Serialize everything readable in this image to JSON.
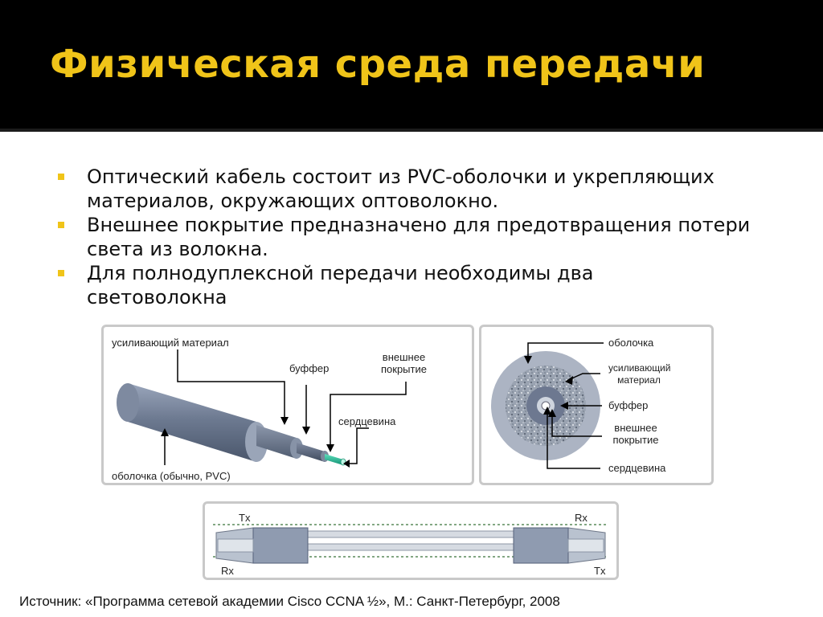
{
  "slide": {
    "title": "Физическая среда передачи",
    "bullets": [
      "Оптический кабель состоит из PVC-оболочки и укрепляющих материалов, окружающих оптоволокно.",
      "Внешнее покрытие предназначено для предотвращения потери света из волокна.",
      "Для полнодуплексной передачи необходимы два световолокна"
    ],
    "source": "Источник: «Программа сетевой академии Cisco CCNA ½», М.: Санкт-Петербург, 2008"
  },
  "cable_side": {
    "strength": "усиливающий материал",
    "buffer": "буффер",
    "coating_line1": "внешнее",
    "coating_line2": "покрытие",
    "core": "сердцевина",
    "jacket": "оболочка (обычно, PVC)"
  },
  "cable_cross": {
    "jacket": "оболочка",
    "strength_line1": "усиливающий",
    "strength_line2": "материал",
    "buffer": "буффер",
    "coating_line1": "внешнее",
    "coating_line2": "покрытие",
    "core": "сердцевина"
  },
  "duplex": {
    "tx_left": "Tx",
    "rx_left": "Rx",
    "rx_right": "Rx",
    "tx_right": "Tx"
  },
  "colors": {
    "title": "#f0c419",
    "bullet": "#f0c419",
    "cable": "#6f7b91",
    "core": "#22b08c"
  }
}
